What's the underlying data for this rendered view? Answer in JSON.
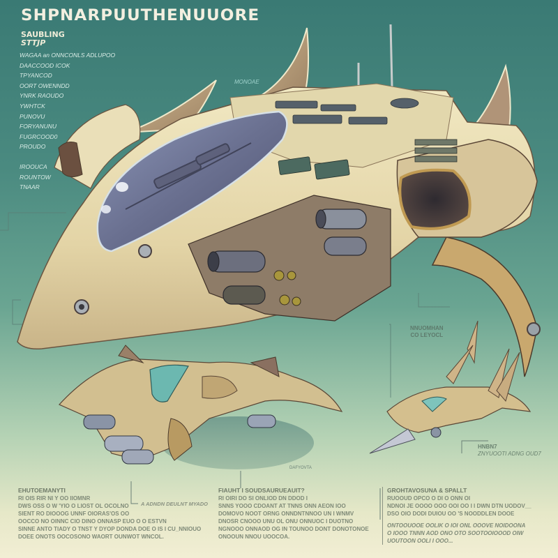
{
  "sheet": {
    "title": "SHPNARPUUTHENUUORE",
    "subtitle_lines": [
      "SAUBLING",
      "STTJP"
    ],
    "side_list": [
      "WAGAA an ONNCONLS ADLUPOO",
      "DAACCOOD ICOK",
      "TPYANCOD",
      "OORT OWENNDD",
      "YNRK RAOUDO",
      "YWHTCK",
      "PUNOVU",
      "FORYANUNU",
      "FUGRCOOD0",
      "PROUDO",
      "",
      "IROOUCA",
      "ROUNTOW",
      "TNAAR"
    ],
    "hull_label": "MONOAE",
    "right_label": [
      "NNUOMHAN",
      "CO LEYOCL"
    ],
    "mid_right_label": [
      "HNBN7",
      "ZNYUOOTI ADNG OUD7"
    ],
    "callout_left": "A  ADNDN DEULNT MYADO",
    "shadow_label": "DAFYOVTA",
    "notes": [
      {
        "heading": "EHUTOEMANYTI",
        "lines": [
          "RI OIS RIR NI Y OO IIOMNR",
          "DWS OSS O W 'YIO O LIOST OL OCOLNO",
          "SIENT  RO DIOOOG UNNF OIORAS'OS OO",
          "OOCCO NO OINNC CIO DINO ONNASP EUO O O ESTVN",
          "SINNE ANTO TIADY O TNST Y DYOP DONDA DOE O IS I CU_NNIOUO",
          "DOEE ONOTS OOCOSONO WAORT OUNWOT WNCOL."
        ]
      },
      {
        "heading": "FIAUHT I SOUDSAURUEAUIT?",
        "lines": [
          "RI OIRI DO SI  ONLIOD DN DDOD I",
          "SNNS YOOO CDOANT AT TNNS ONN AEON IOO",
          "DOMOVO NOOT ORNG ONNDNTNNOO UN I WNMV",
          "DNOSR CNOOO UNU OL ONU ONNUOC I DUOTNO",
          "NGNOOO ONNAOD OG IN TOUNOO DONT DONOTONOE",
          "ONOOUN NNOU UOOCOA."
        ]
      },
      {
        "heading": "GROHTAVOSUNA & SPALLT",
        "lines": [
          "RUOOUD OPCO O DI O ONN OI",
          "NDNOI JE OOOO OOO OOI OO I I  DWN DTN UODOV__",
          "DSO OIO DODI DUIOU OO 'S NOODDLEN DOOE",
          "",
          "ONTOOUOOE OOLIK O IOI ONL OOOVE NOIDOONA",
          "O IOOO TNNN AOD ONO OTO SOOTOOIOOOD OIW",
          "UOUTOON OOLI I OOO..."
        ]
      }
    ],
    "colors": {
      "bg_top": "#3a7a74",
      "bg_mid": "#6aa592",
      "bg_bottom": "#f2eed4",
      "hull_light": "#eee3b8",
      "hull_mid": "#d9c795",
      "hull_shadow": "#b39c74",
      "hull_dark": "#7a6550",
      "canopy": "#6e7594",
      "canopy_highlight": "#aab6d6",
      "metal": "#9aa4b2",
      "text_light": "#f3efe0",
      "text_note": "#7f8a78"
    }
  }
}
